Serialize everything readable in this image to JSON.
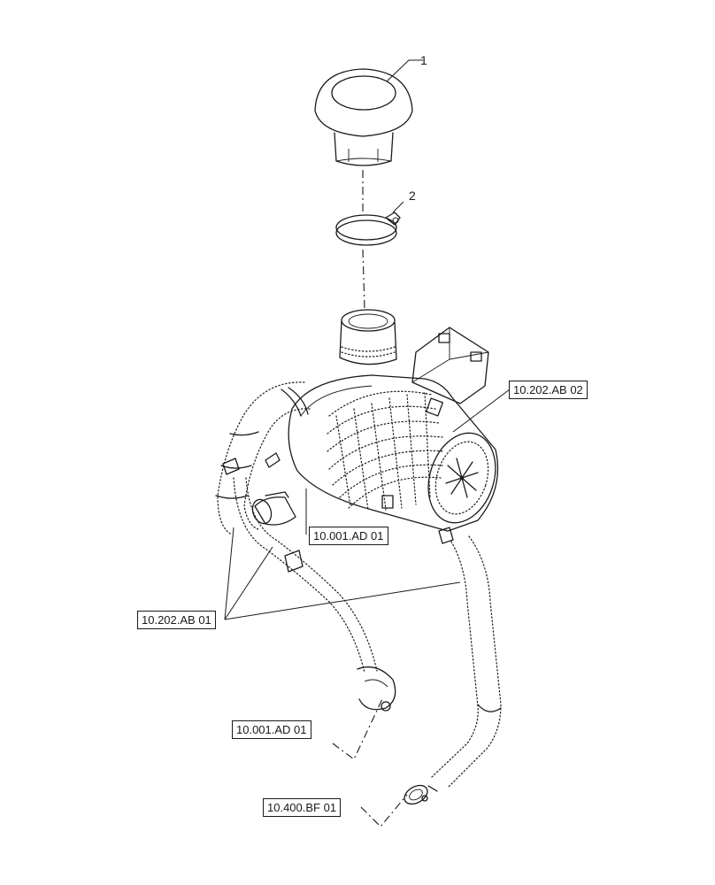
{
  "callouts": {
    "item_1": "1",
    "item_2": "2"
  },
  "references": {
    "air_cleaner": "10.202.AB 02",
    "intake_hose_upper": "10.001.AD 01",
    "hoses_clamps": "10.202.AB 01",
    "intake_hose_lower": "10.001.AD 01",
    "exhaust_outlet": "10.400.BF 01"
  }
}
